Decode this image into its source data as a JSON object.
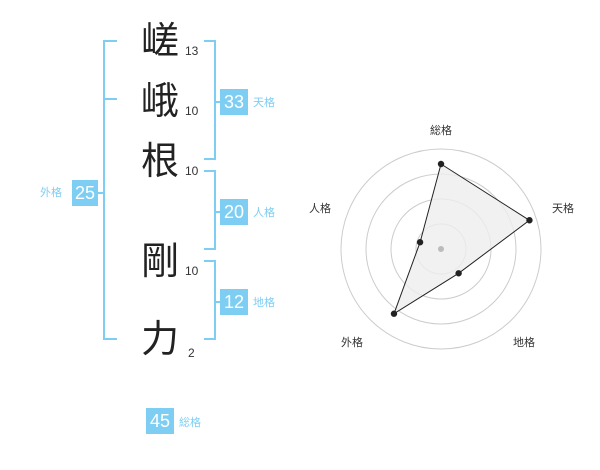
{
  "characters": [
    {
      "char": "嵯",
      "strokes": "13"
    },
    {
      "char": "峨",
      "strokes": "10"
    },
    {
      "char": "根",
      "strokes": "10"
    },
    {
      "char": "剛",
      "strokes": "10"
    },
    {
      "char": "力",
      "strokes": "2"
    }
  ],
  "fortune": {
    "tenkaku": {
      "value": "33",
      "label": "天格"
    },
    "jinkaku": {
      "value": "20",
      "label": "人格"
    },
    "chikaku": {
      "value": "12",
      "label": "地格"
    },
    "gaikaku": {
      "value": "25",
      "label": "外格"
    },
    "soukaku": {
      "value": "45",
      "label": "総格"
    }
  },
  "colors": {
    "accent": "#7ecef4",
    "text": "#222222"
  },
  "chart_data": {
    "type": "radar",
    "axes": [
      "総格",
      "天格",
      "地格",
      "外格",
      "人格"
    ],
    "values": [
      0.85,
      0.93,
      0.3,
      0.8,
      0.22
    ],
    "range": [
      0,
      1
    ],
    "rings": 4,
    "grid": true
  }
}
